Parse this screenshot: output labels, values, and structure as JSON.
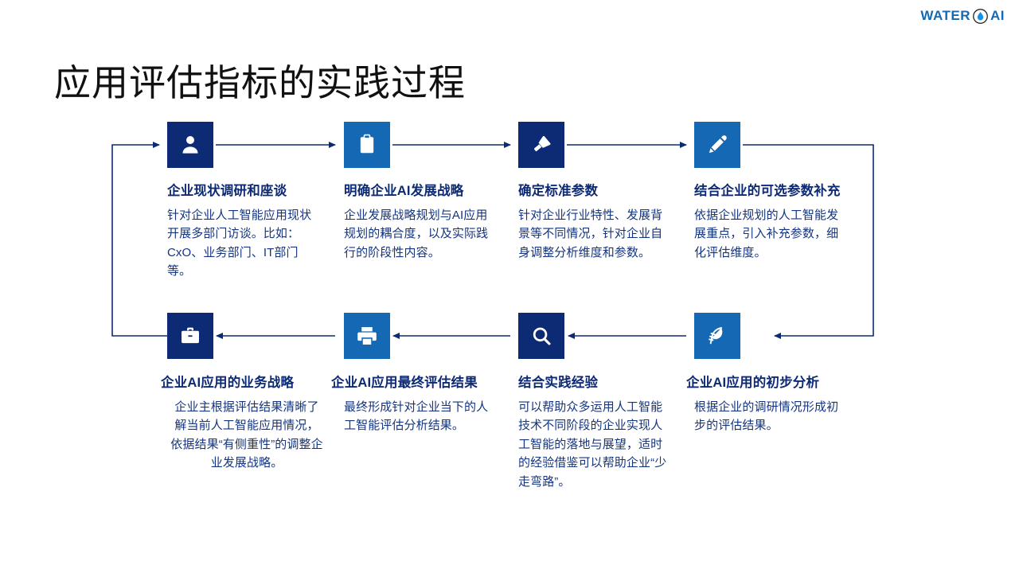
{
  "brand": {
    "text_left": "WATER",
    "text_right": "AI",
    "icon": "water-drop-icon",
    "color": "#1468b4"
  },
  "page": {
    "title": "应用评估指标的实践过程",
    "background": "#ffffff"
  },
  "colors": {
    "navy": "#0d2a74",
    "blue": "#1468b4",
    "heading_text": "#0d2a74",
    "body_text": "#15357f",
    "connector": "#0d2a74"
  },
  "flow": {
    "steps": [
      {
        "id": "s1",
        "icon": "person-icon",
        "tile_color": "#0d2a74",
        "heading": "企业现状调研和座谈",
        "body": "针对企业人工智能应用现状开展多部门访谈。比如：CxO、业务部门、IT部门等。"
      },
      {
        "id": "s2",
        "icon": "clipboard-icon",
        "tile_color": "#1468b4",
        "heading": "明确企业AI发展战略",
        "body": "企业发展战略规划与AI应用规划的耦合度，以及实际践行的阶段性内容。"
      },
      {
        "id": "s3",
        "icon": "flashlight-icon",
        "tile_color": "#0d2a74",
        "heading": "确定标准参数",
        "body": "针对企业行业特性、发展背景等不同情况，针对企业自身调整分析维度和参数。"
      },
      {
        "id": "s4",
        "icon": "pencil-icon",
        "tile_color": "#1468b4",
        "heading": "结合企业的可选参数补充",
        "body": "依据企业规划的人工智能发展重点，引入补充参数，细化评估维度。"
      },
      {
        "id": "s5",
        "icon": "briefcase-icon",
        "tile_color": "#0d2a74",
        "heading": "企业AI应用的业务战略",
        "body": "企业主根据评估结果清晰了解当前人工智能应用情况，依据结果“有侧重性”的调整企业发展战略。"
      },
      {
        "id": "s6",
        "icon": "printer-icon",
        "tile_color": "#1468b4",
        "heading": "企业AI应用最终评估结果",
        "body": "最终形成针对企业当下的人工智能评估分析结果。"
      },
      {
        "id": "s7",
        "icon": "magnifier-icon",
        "tile_color": "#0d2a74",
        "heading": "结合实践经验",
        "body": "可以帮助众多运用人工智能技术不同阶段的企业实现人工智能的落地与展望，适时的经验借鉴可以帮助企业“少走弯路”。"
      },
      {
        "id": "s8",
        "icon": "feather-icon",
        "tile_color": "#1468b4",
        "heading": "企业AI应用的初步分析",
        "body": "根据企业的调研情况形成初步的评估结果。"
      }
    ]
  }
}
